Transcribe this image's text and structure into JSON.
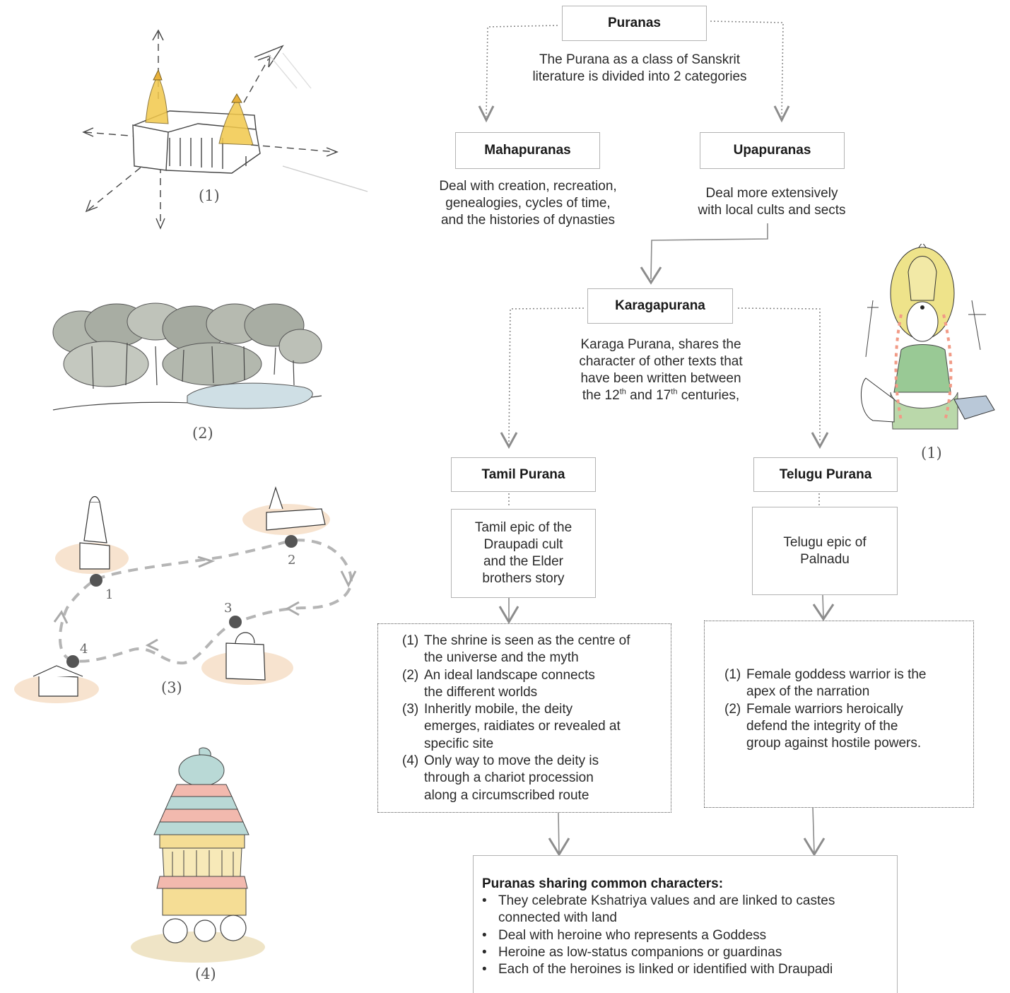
{
  "puranas": {
    "title": "Puranas",
    "desc_line1": "The Purana as a class of Sanskrit",
    "desc_line2": "literature is divided into 2 categories"
  },
  "mahapuranas": {
    "title": "Mahapuranas",
    "desc_line1": "Deal with creation, recreation,",
    "desc_line2": "genealogies, cycles of time,",
    "desc_line3": "and the histories of dynasties"
  },
  "upapuranas": {
    "title": "Upapuranas",
    "desc_line1": "Deal more extensively",
    "desc_line2": "with local cults and sects"
  },
  "karagapurana": {
    "title": "Karagapurana",
    "desc_line1": "Karaga Purana, shares the",
    "desc_line2": "character of other texts that",
    "desc_line3": "have been written between",
    "desc_line4_a": "the 12",
    "desc_line4_sup1": "th",
    "desc_line4_b": " and 17",
    "desc_line4_sup2": "th",
    "desc_line4_c": " centuries,"
  },
  "tamil": {
    "title": "Tamil Purana",
    "epic_line1": "Tamil epic of the",
    "epic_line2": "Draupadi cult",
    "epic_line3": "and the Elder",
    "epic_line4": "brothers story",
    "points": [
      {
        "num": "(1)",
        "l1": "The shrine is seen as the centre of",
        "l2": "the universe and the myth",
        "l3": ""
      },
      {
        "num": "(2)",
        "l1": "An ideal landscape connects",
        "l2": "the different worlds",
        "l3": ""
      },
      {
        "num": "(3)",
        "l1": "Inheritly mobile, the deity",
        "l2": "emerges, raidiates or revealed at",
        "l3": "specific site"
      },
      {
        "num": "(4)",
        "l1": "Only way to move the deity is",
        "l2": "through a chariot procession",
        "l3": "along a circumscribed route"
      }
    ]
  },
  "telugu": {
    "title": "Telugu Purana",
    "epic_line1": "Telugu epic of",
    "epic_line2": "Palnadu",
    "points": [
      {
        "num": "(1)",
        "l1": "Female goddess warrior is the",
        "l2": "apex of the narration",
        "l3": ""
      },
      {
        "num": "(2)",
        "l1": "Female warriors heroically",
        "l2": "defend the integrity of the",
        "l3": "group against hostile powers."
      }
    ]
  },
  "common": {
    "heading": "Puranas sharing common characters:",
    "bullet": "•",
    "items": [
      {
        "l1": "They celebrate Kshatriya values and are linked to castes",
        "l2": "connected with land"
      },
      {
        "l1": "Deal with heroine who represents a Goddess",
        "l2": ""
      },
      {
        "l1": "Heroine as low-status companions or guardinas",
        "l2": ""
      },
      {
        "l1": "Each of the heroines is linked or identified with Draupadi",
        "l2": ""
      }
    ]
  },
  "captions": {
    "temple_axes": "(1)",
    "landscape": "(2)",
    "route_map": "(3)",
    "chariot": "(4)",
    "goddess": "(1)"
  },
  "route_labels": [
    "1",
    "2",
    "3",
    "4"
  ],
  "colors": {
    "box_border": "#b3b3b3",
    "arrow": "#8c8c8c",
    "spire_yellow": "#f2c84b",
    "halo_yellow": "#eee38a",
    "saree_green": "#8fc48a",
    "garland_pink": "#f19a86",
    "tree_gray": "#a8ada3",
    "pond_blue": "#cfdfe5",
    "ground_peach": "#f7e3cf",
    "chariot_pink": "#f2b9ae",
    "chariot_teal": "#b9d9d6",
    "chariot_yellow": "#f5dd95"
  }
}
